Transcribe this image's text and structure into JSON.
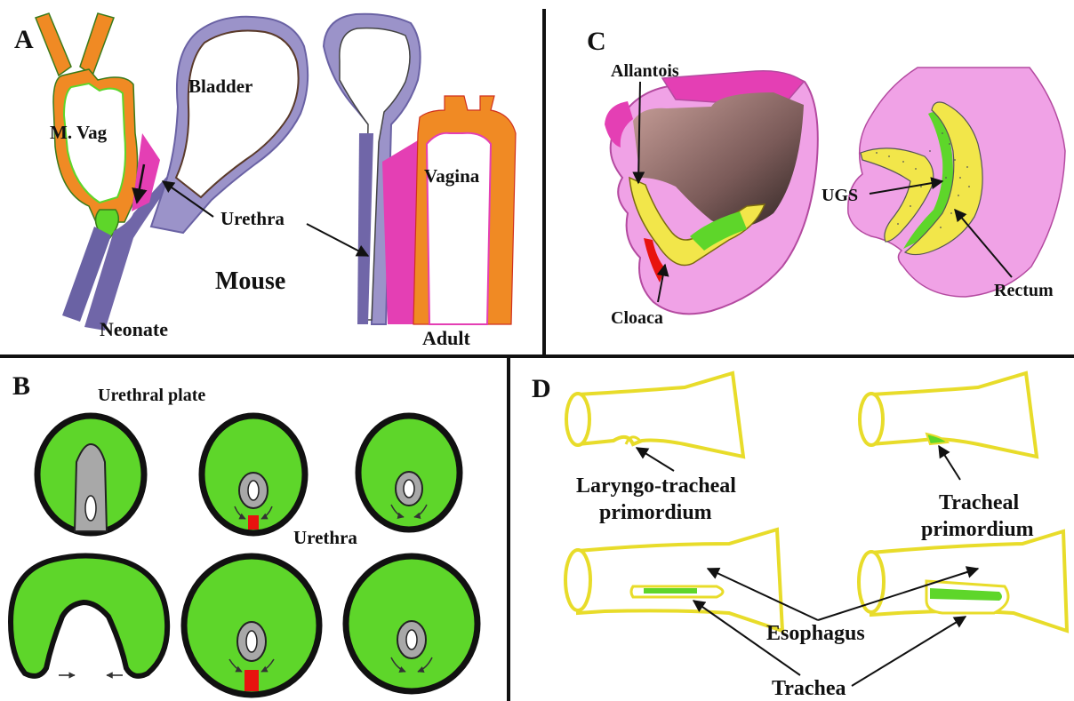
{
  "panels": {
    "a": {
      "letter": "A",
      "labels": {
        "m_vag": "M. Vag",
        "bladder": "Bladder",
        "urethra": "Urethra",
        "mouse": "Mouse",
        "neonate": "Neonate",
        "vagina": "Vagina",
        "adult": "Adult"
      }
    },
    "b": {
      "letter": "B",
      "labels": {
        "urethral_plate": "Urethral plate",
        "urethra": "Urethra"
      }
    },
    "c": {
      "letter": "C",
      "labels": {
        "allantois": "Allantois",
        "cloaca": "Cloaca",
        "ugs": "UGS",
        "rectum": "Rectum"
      }
    },
    "d": {
      "letter": "D",
      "labels": {
        "laryngo_1": "Laryngo-tracheal",
        "laryngo_2": "primordium",
        "tracheal_1": "Tracheal",
        "tracheal_2": "primordium",
        "esophagus": "Esophagus",
        "trachea": "Trachea"
      }
    }
  },
  "colors": {
    "tissue_green": "#5ed62a",
    "urethra_purple": "#7066a8",
    "bladder_purple": "#9b93c9",
    "vagina_orange": "#f08a24",
    "magenta": "#e43fb4",
    "red": "#e8130f",
    "pink_embryo": "#f0a2e6",
    "ugs_yellow": "#f2e64a",
    "gut_yellow": "#f2ea5a",
    "lumen_grey": "#a8a8a8"
  }
}
